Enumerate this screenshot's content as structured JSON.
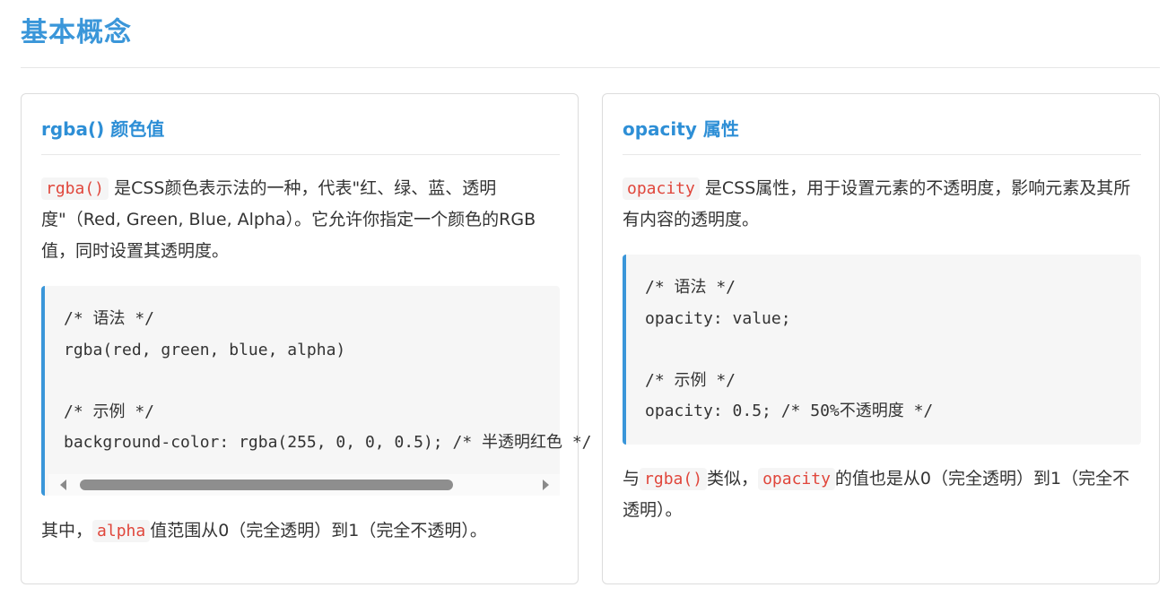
{
  "page": {
    "title": "基本概念"
  },
  "left_card": {
    "title": "rgba() 颜色值",
    "intro_code": "rgba()",
    "intro_text": "是CSS颜色表示法的一种，代表\"红、绿、蓝、透明度\"（Red, Green, Blue, Alpha）。它允许你指定一个颜色的RGB值，同时设置其透明度。",
    "code_lines": [
      "/* 语法 */",
      "rgba(red, green, blue, alpha)",
      "",
      "/* 示例 */",
      "background-color: rgba(255, 0, 0, 0.5); /* 半透明红色 */"
    ],
    "outro_prefix": "其中，",
    "outro_code": "alpha",
    "outro_text": "值范围从0（完全透明）到1（完全不透明）。"
  },
  "right_card": {
    "title": "opacity 属性",
    "intro_code": "opacity",
    "intro_text": "是CSS属性，用于设置元素的不透明度，影响元素及其所有内容的透明度。",
    "code_lines": [
      "/* 语法 */",
      "opacity: value;",
      "",
      "/* 示例 */",
      "opacity: 0.5; /* 50%不透明度 */"
    ],
    "outro_prefix": "与",
    "outro_code1": "rgba()",
    "outro_mid": "类似，",
    "outro_code2": "opacity",
    "outro_text": "的值也是从0（完全透明）到1（完全不透明）。"
  },
  "colors": {
    "accent": "#3a96d9",
    "code_red": "#e0463b",
    "code_bg": "#f6f6f6"
  }
}
